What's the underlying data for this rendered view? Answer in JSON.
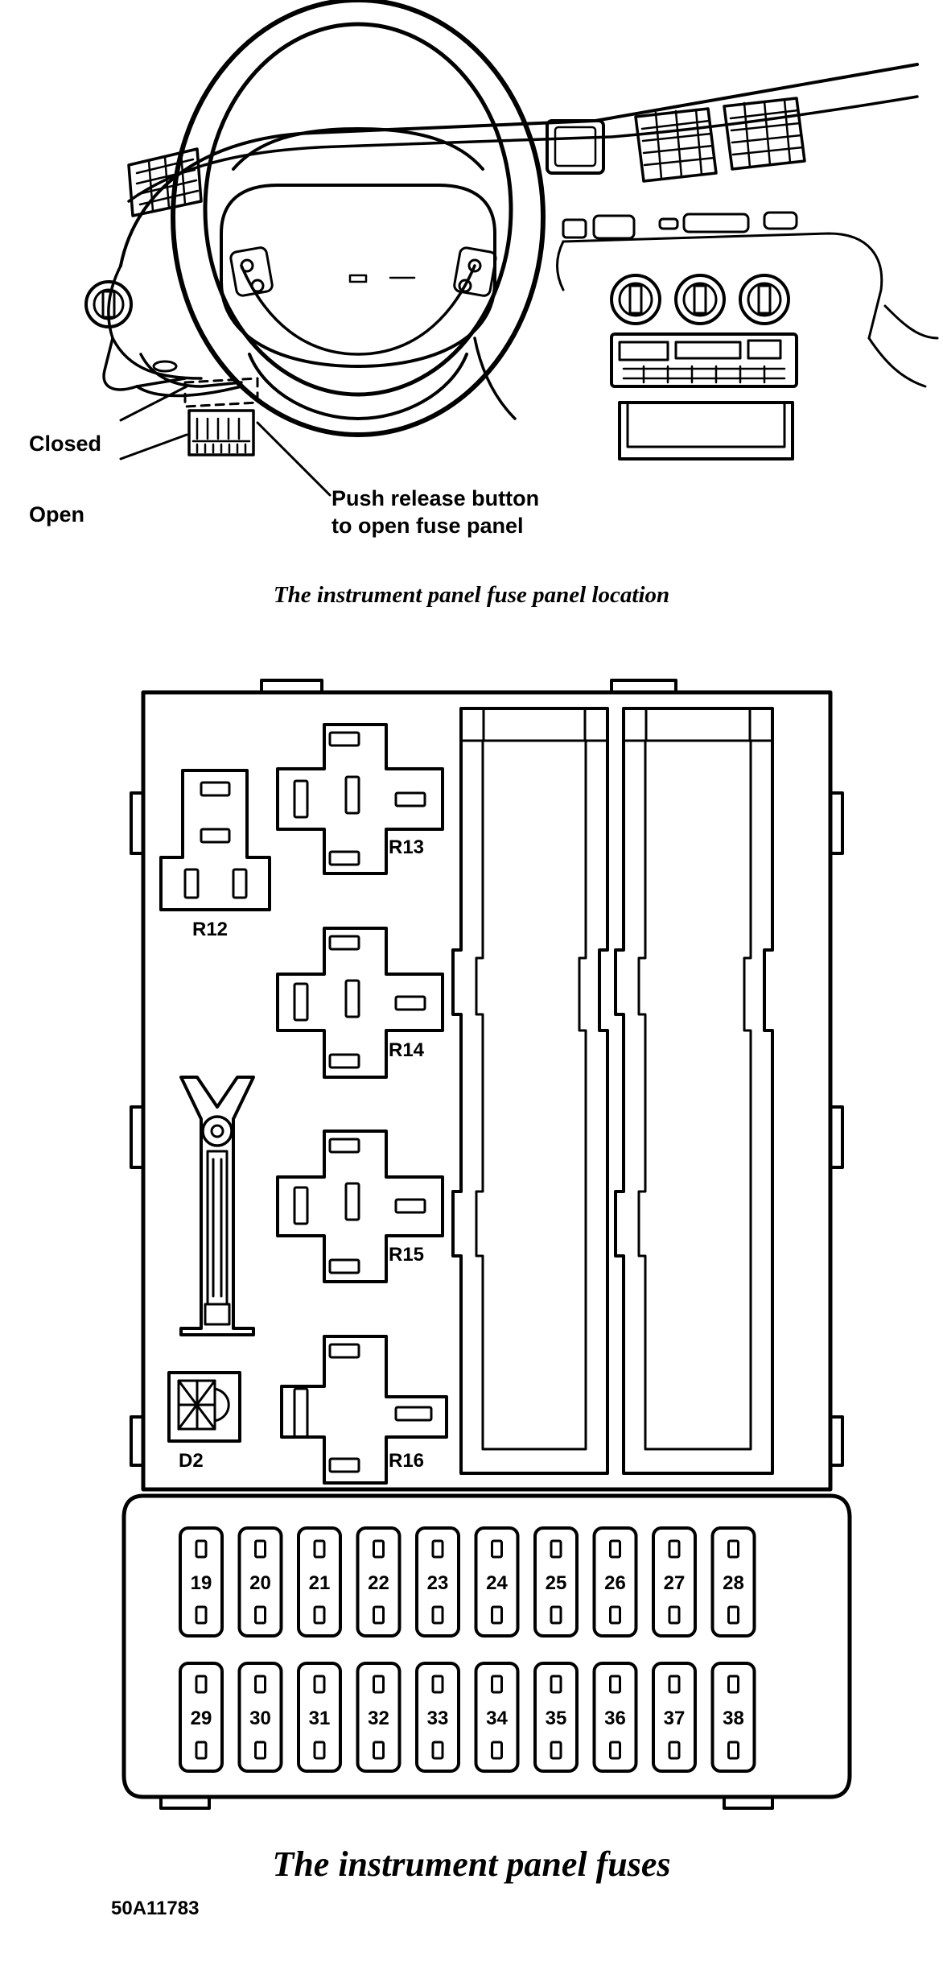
{
  "location_diagram": {
    "label_closed": "Closed",
    "label_open": "Open",
    "release_line1": "Push release button",
    "release_line2": "to open fuse panel",
    "caption": "The instrument panel fuse panel location"
  },
  "fuse_panel_diagram": {
    "relays": [
      "R12",
      "R13",
      "R14",
      "R15",
      "R16"
    ],
    "diode": "D2",
    "fuses_row1": [
      "19",
      "20",
      "21",
      "22",
      "23",
      "24",
      "25",
      "26",
      "27",
      "28"
    ],
    "fuses_row2": [
      "29",
      "30",
      "31",
      "32",
      "33",
      "34",
      "35",
      "36",
      "37",
      "38"
    ],
    "caption": "The instrument panel fuses"
  },
  "figure_id": "50A11783",
  "colors": {
    "ink": "#000000",
    "paper": "#ffffff"
  }
}
